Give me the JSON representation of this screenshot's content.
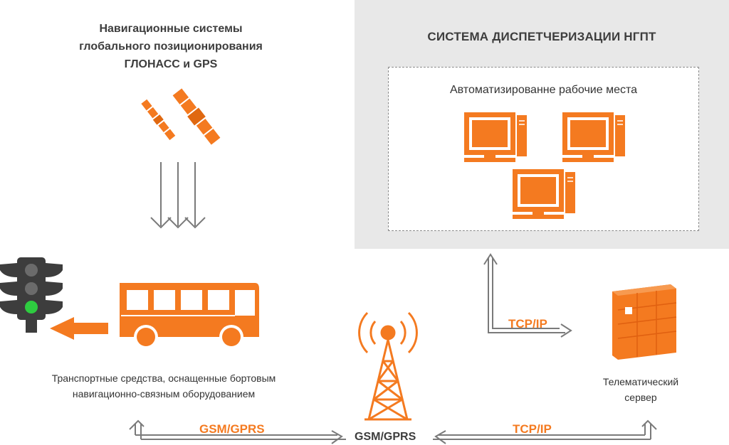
{
  "gnss": {
    "title_lines": [
      "Навигационные системы",
      "глобального позиционирования",
      "ГЛОНАСС и GPS"
    ]
  },
  "dispatch": {
    "title": "СИСТЕМА ДИСПЕТЧЕРИЗАЦИИ НГПТ",
    "workstations_label": "Автоматизированне рабочие места"
  },
  "vehicles": {
    "caption_lines": [
      "Транспортные средства, оснащенные бортовым",
      "навигационно-связным оборудованием"
    ]
  },
  "server": {
    "caption_lines": [
      "Телематический",
      "сервер"
    ]
  },
  "links": {
    "gsm_left": "GSM/GPRS",
    "gsm_center": "GSM/GPRS",
    "tcp_bottom": "TCP/IP",
    "tcp_top": "TCP/IP"
  },
  "colors": {
    "accent": "#f47a20",
    "panel": "#e8e8e8",
    "traffic_light": "#3d3d3d",
    "green_light": "#2ecc40",
    "arrow": "#7a7a7a"
  },
  "icons": [
    "satellite-icon",
    "traffic-light-icon",
    "bus-icon",
    "direction-arrow-icon",
    "computer-icon",
    "radio-tower-icon",
    "server-cabinet-icon"
  ]
}
